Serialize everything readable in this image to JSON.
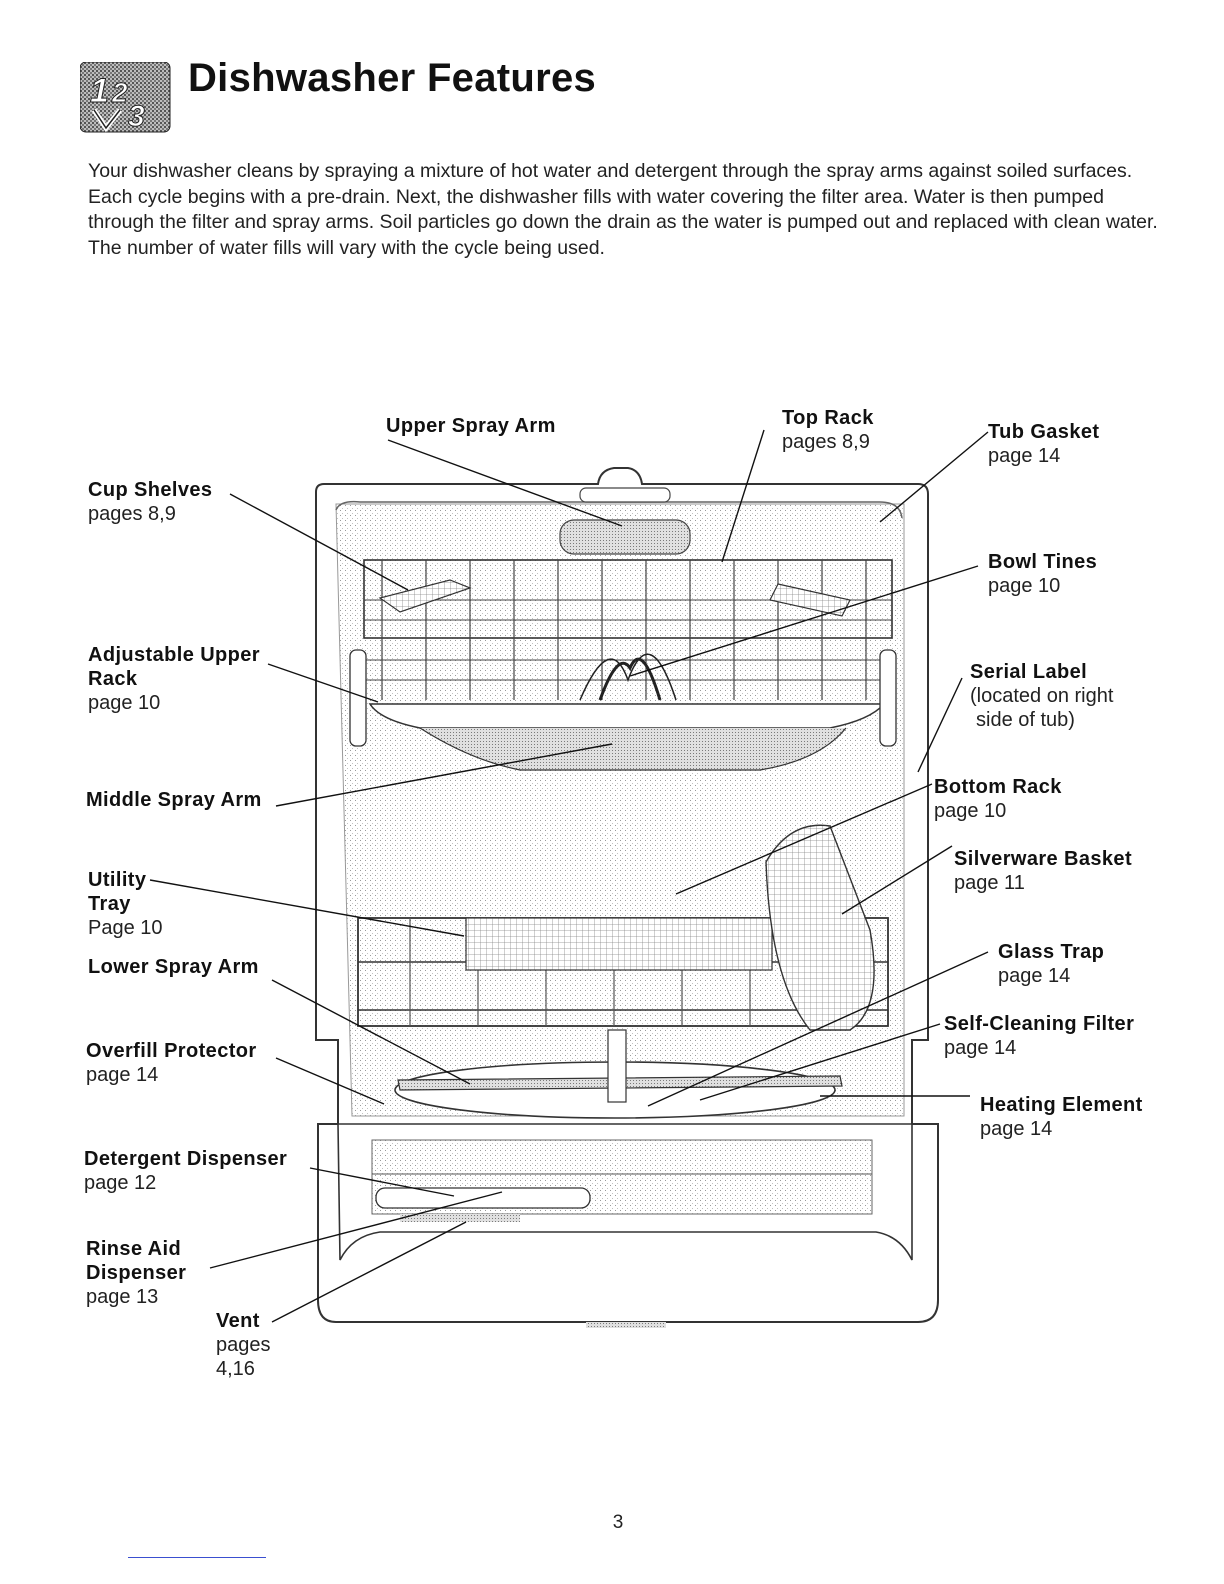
{
  "header": {
    "title": "Dishwasher Features",
    "logo_icon": "steps-123-icon"
  },
  "intro": "Your dishwasher cleans by spraying a mixture of hot water and detergent through the spray arms against soiled surfaces. Each cycle begins with a pre-drain. Next, the dishwasher fills with water covering the filter area. Water is then pumped through the filter and spray arms. Soil particles go down the drain as the water is pumped out and replaced with clean water. The number of water fills will vary with the cycle being used.",
  "callouts": {
    "upper_spray_arm": {
      "name": "Upper Spray Arm"
    },
    "top_rack": {
      "name": "Top Rack",
      "page": "pages 8,9"
    },
    "tub_gasket": {
      "name": "Tub Gasket",
      "page": "page 14"
    },
    "cup_shelves": {
      "name": "Cup Shelves",
      "page": "pages 8,9"
    },
    "bowl_tines": {
      "name": "Bowl Tines",
      "page": "page 10"
    },
    "adjustable_upper_rack": {
      "name_line1": "Adjustable Upper",
      "name_line2": "Rack",
      "page": "page 10"
    },
    "serial_label": {
      "name": "Serial  Label",
      "note_line1": "(located on right",
      "note_line2": "side of tub)"
    },
    "middle_spray_arm": {
      "name": "Middle Spray Arm"
    },
    "bottom_rack": {
      "name": "Bottom Rack",
      "page": "page 10"
    },
    "silverware_basket": {
      "name": "Silverware  Basket",
      "page": "page 11"
    },
    "utility_tray": {
      "name_line1": "Utility",
      "name_line2": "Tray",
      "page": "Page 10"
    },
    "lower_spray_arm": {
      "name": "Lower Spray Arm"
    },
    "glass_trap": {
      "name": "Glass Trap",
      "page": "page 14"
    },
    "self_cleaning_filter": {
      "name": "Self-Cleaning  Filter",
      "page": "page 14"
    },
    "overfill_protector": {
      "name": "Overfill  Protector",
      "page": "page 14"
    },
    "heating_element": {
      "name": "Heating  Element",
      "page": "page 14"
    },
    "detergent_dispenser": {
      "name": "Detergent  Dispenser",
      "page": "page 12"
    },
    "rinse_aid_dispenser": {
      "name_line1": "Rinse Aid",
      "name_line2": "Dispenser",
      "page": "page 13"
    },
    "vent": {
      "name": "Vent",
      "page_line1": "pages",
      "page_line2": "4,16"
    }
  },
  "footer": {
    "page_number": "3",
    "rule_color": "#3a4fd0"
  }
}
